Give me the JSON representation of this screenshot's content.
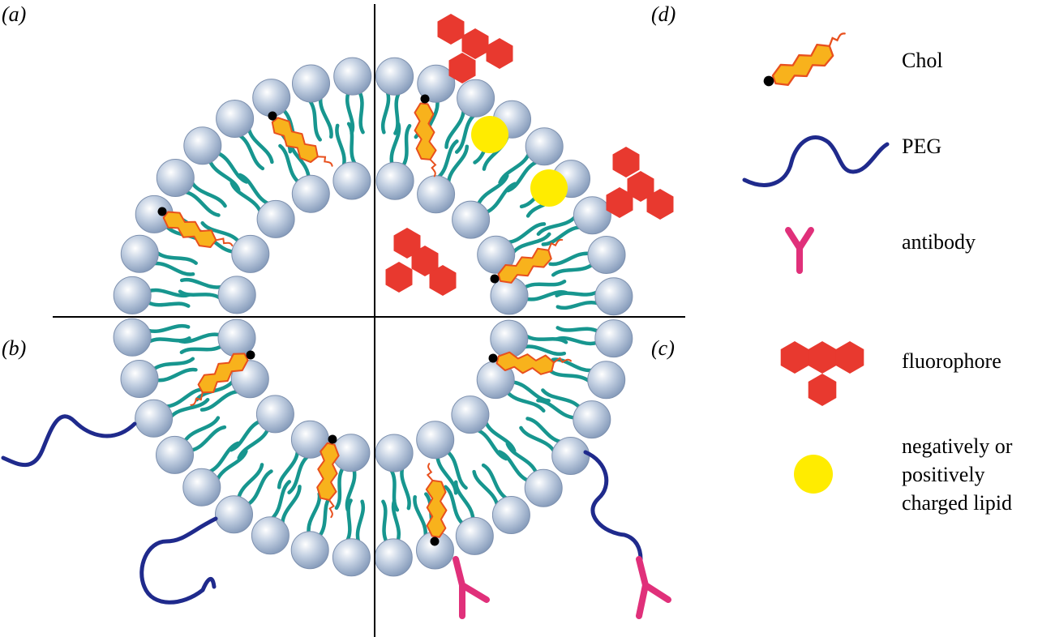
{
  "quadrants": {
    "a": "(a)",
    "b": "(b)",
    "c": "(c)",
    "d": "(d)"
  },
  "legend": {
    "chol": "Chol",
    "peg": "PEG",
    "antibody": "antibody",
    "fluorophore": "fluorophore",
    "charged_line1": "negatively or",
    "charged_line2": "positively",
    "charged_line3": "charged lipid"
  },
  "colors": {
    "lipid_head": "#aebfd6",
    "lipid_tail": "#17968f",
    "cholesterol_fill": "#f8b21c",
    "cholesterol_stroke": "#e8501e",
    "peg": "#1f2a8c",
    "antibody": "#e0307a",
    "fluorophore": "#e8392f",
    "charged_lipid": "#ffec00",
    "axis": "#000000"
  }
}
